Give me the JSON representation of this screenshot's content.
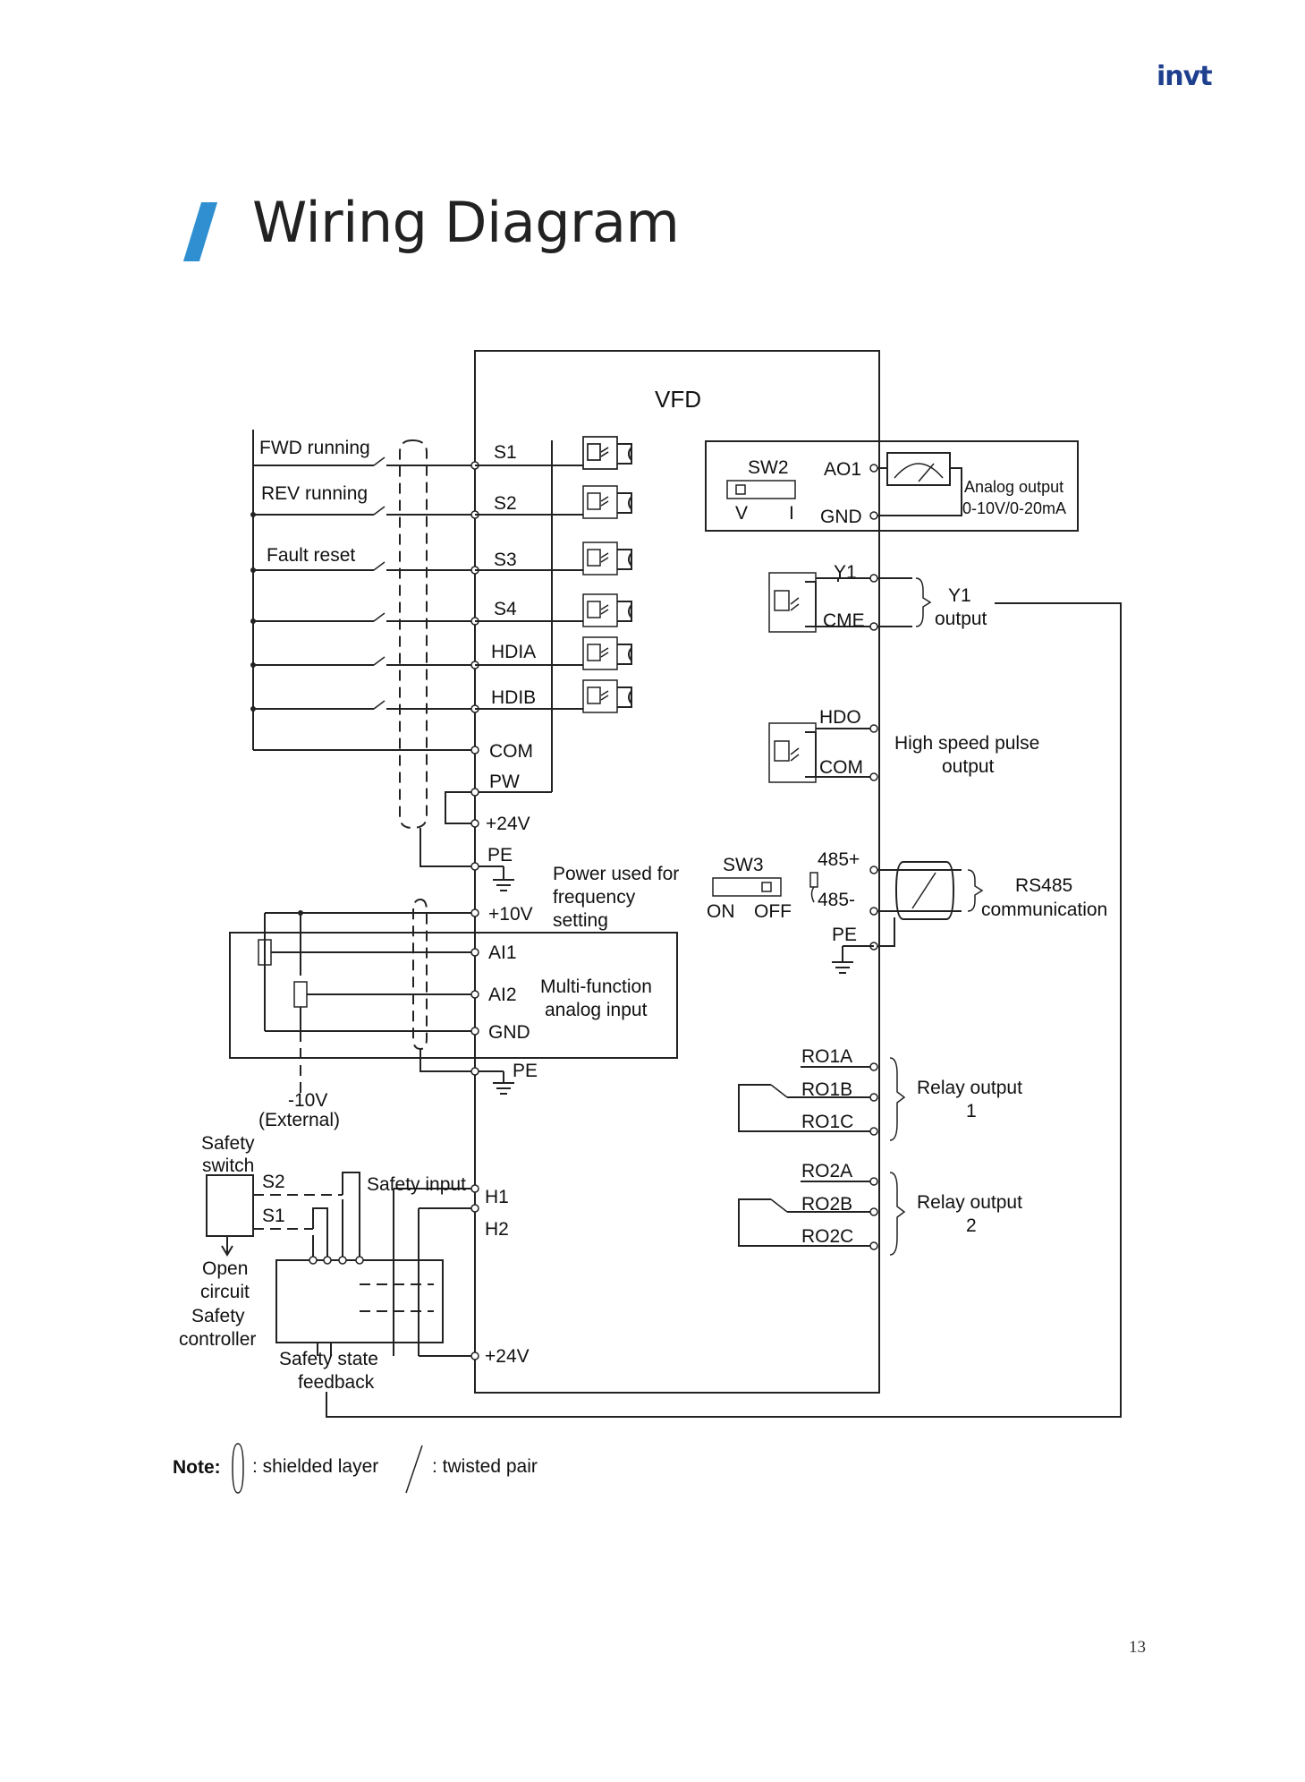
{
  "header": {
    "logo": "invt"
  },
  "page": {
    "title": "Wiring Diagram",
    "number": "13"
  },
  "diagram": {
    "vfd_label": "VFD",
    "inputs": {
      "fwd": "FWD running",
      "rev": "REV running",
      "fault": "Fault reset"
    },
    "terminals_left": {
      "s1": "S1",
      "s2": "S2",
      "s3": "S3",
      "s4": "S4",
      "hdia": "HDIA",
      "hdib": "HDIB",
      "com": "COM",
      "pw": "PW",
      "p24": "+24V",
      "pe": "PE"
    },
    "analog": {
      "p10": "+10V",
      "ai1": "AI1",
      "ai2": "AI2",
      "gnd": "GND",
      "pe": "PE",
      "power_note": [
        "Power used for",
        "frequency",
        "setting"
      ],
      "multi": [
        "Multi-function",
        "analog input"
      ],
      "ext": [
        "-10V",
        "(External)"
      ]
    },
    "safety": {
      "switch": [
        "Safety",
        "switch"
      ],
      "s2": "S2",
      "s1": "S1",
      "open": [
        "Open",
        "circuit"
      ],
      "controller": [
        "Safety",
        "controller"
      ],
      "input": "Safety input",
      "h1": "H1",
      "h2": "H2",
      "p24": "+24V",
      "feedback": [
        "Safety state",
        "feedback"
      ]
    },
    "ao": {
      "sw2": "SW2",
      "ao1": "AO1",
      "v": "V",
      "i": "I",
      "gnd": "GND",
      "analog_output": [
        "Analog output",
        "0-10V/0-20mA"
      ]
    },
    "y1": {
      "y1": "Y1",
      "cme": "CME",
      "output": [
        "Y1",
        "output"
      ]
    },
    "hdo": {
      "hdo": "HDO",
      "com": "COM",
      "output": [
        "High speed pulse",
        "output"
      ]
    },
    "rs485": {
      "sw3": "SW3",
      "on": "ON",
      "off": "OFF",
      "p485": "485+",
      "m485": "485-",
      "pe": "PE",
      "label": [
        "RS485",
        "communication"
      ]
    },
    "relay1": {
      "a": "RO1A",
      "b": "RO1B",
      "c": "RO1C",
      "label": [
        "Relay output",
        "1"
      ]
    },
    "relay2": {
      "a": "RO2A",
      "b": "RO2B",
      "c": "RO2C",
      "label": [
        "Relay output",
        "2"
      ]
    },
    "note": {
      "label": "Note:",
      "shielded": ": shielded layer",
      "twisted": ": twisted pair"
    }
  }
}
